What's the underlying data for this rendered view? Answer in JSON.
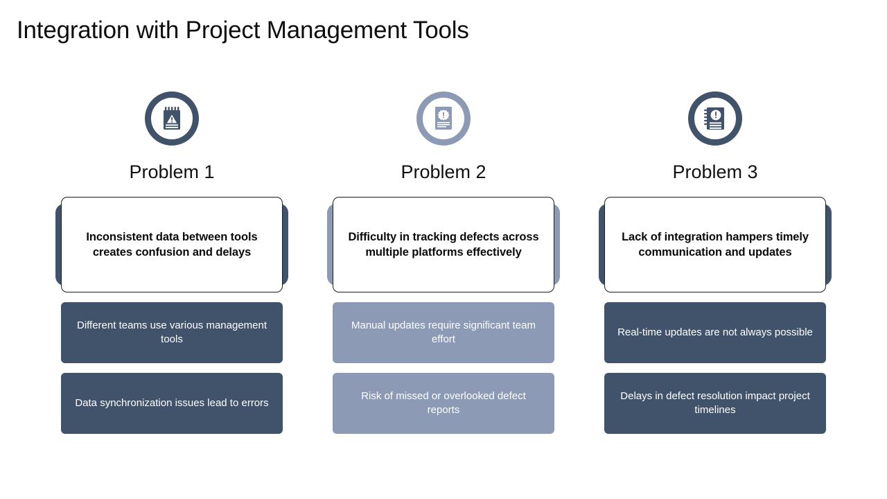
{
  "slide": {
    "title": "Integration with Project Management Tools",
    "background_color": "#ffffff",
    "accent_dark": "#41526b",
    "accent_light": "#8c9ab5"
  },
  "columns": [
    {
      "icon": "notepad-warning-icon",
      "tone": "dark",
      "label": "Problem 1",
      "headline": "Inconsistent data between tools creates confusion and delays",
      "points": [
        "Different teams use various management tools",
        "Data synchronization issues lead to errors"
      ]
    },
    {
      "icon": "document-alert-badge-icon",
      "tone": "light",
      "label": "Problem 2",
      "headline": "Difficulty in tracking defects across multiple platforms effectively",
      "points": [
        "Manual updates require significant team effort",
        "Risk of missed or overlooked defect reports"
      ]
    },
    {
      "icon": "notebook-exclamation-icon",
      "tone": "dark",
      "label": "Problem 3",
      "headline": "Lack of integration hampers timely communication and updates",
      "points": [
        "Real-time updates are not always possible",
        "Delays in defect resolution impact project timelines"
      ]
    }
  ]
}
